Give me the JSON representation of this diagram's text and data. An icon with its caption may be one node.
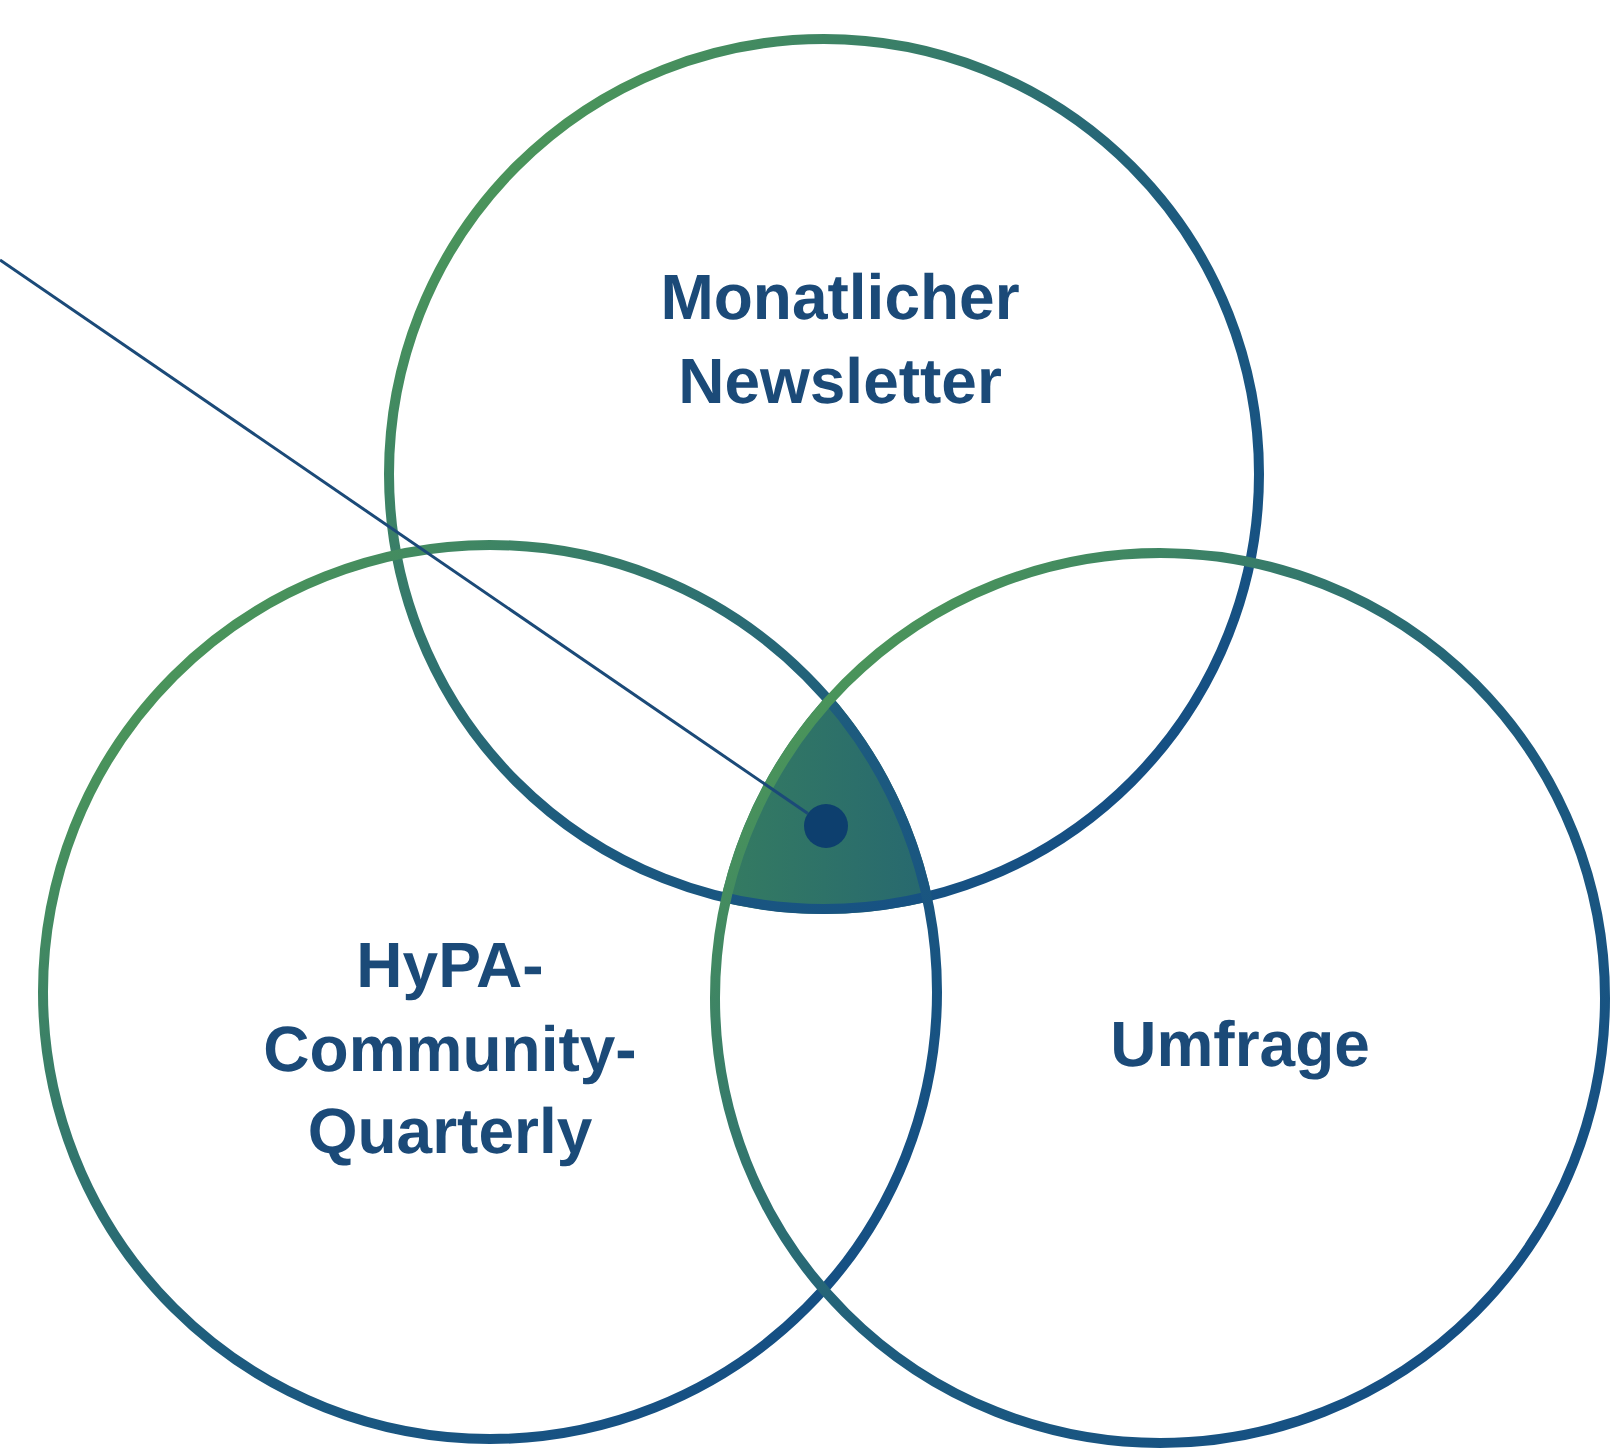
{
  "diagram": {
    "nodes": [
      {
        "text": [
          "Monatlicher Newsletter"
        ]
      },
      {
        "text": [
          "HyPA-Community-Quarterly"
        ]
      },
      {
        "text": [
          "Umfrage"
        ]
      },
      {
        "text": [],
        "shape": "circle"
      }
    ],
    "edges": [
      {
        "from": null,
        "to": 3,
        "arrow": "none"
      }
    ]
  }
}
